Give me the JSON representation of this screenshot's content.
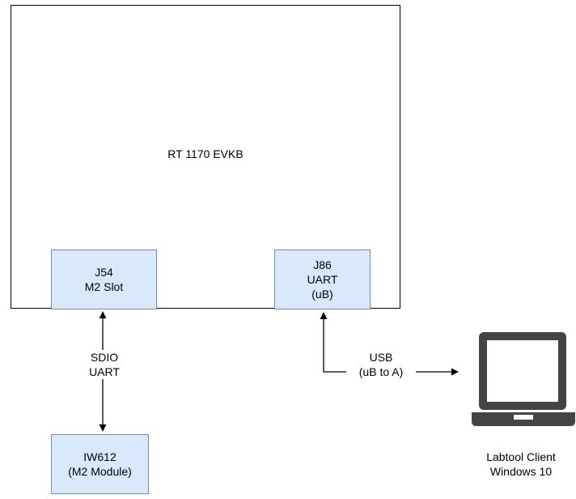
{
  "board": {
    "label": "RT 1170 EVKB"
  },
  "ports": {
    "j54": {
      "line1": "J54",
      "line2": "M2 Slot"
    },
    "j86": {
      "line1": "J86",
      "line2": "UART",
      "line3": "(uB)"
    }
  },
  "module": {
    "line1": "IW612",
    "line2": "(M2 Module)"
  },
  "edges": {
    "sdio_uart": {
      "line1": "SDIO",
      "line2": "UART"
    },
    "usb": {
      "line1": "USB",
      "line2": "(uB to A)"
    }
  },
  "client": {
    "line1": "Labtool Client",
    "line2": "Windows 10",
    "icon": "laptop-icon"
  },
  "colors": {
    "box_fill": "#dae8fc",
    "box_stroke": "#6c8ebf",
    "laptop": "#444444"
  }
}
